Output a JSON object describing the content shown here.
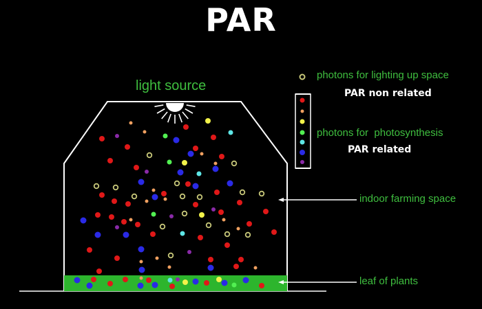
{
  "title": "PAR",
  "labels": {
    "light_source": "light source",
    "photons_space": "photons for lighting up space",
    "par_non_related": "PAR non related",
    "photons_photosynthesis": "photons for  photosynthesis",
    "par_related": "PAR related",
    "indoor_farming_space": "indoor farming space",
    "leaf_of_plants": "leaf of plants"
  },
  "colors": {
    "background": "#000000",
    "outline": "#ffffff",
    "label_green": "#3fbf3f",
    "leaf": "#2db52d",
    "photon_red": "#e01818",
    "photon_orange": "#f0a060",
    "photon_yellow": "#f2f24a",
    "photon_green": "#52f052",
    "photon_cyan": "#5ee6e6",
    "photon_blue": "#2a2ae6",
    "photon_purple": "#8a2aa8",
    "photon_ring": "#c8c87a"
  },
  "legend_colors": [
    "photon_red",
    "photon_orange",
    "photon_yellow",
    "photon_green",
    "photon_cyan",
    "photon_blue",
    "photon_purple"
  ]
}
